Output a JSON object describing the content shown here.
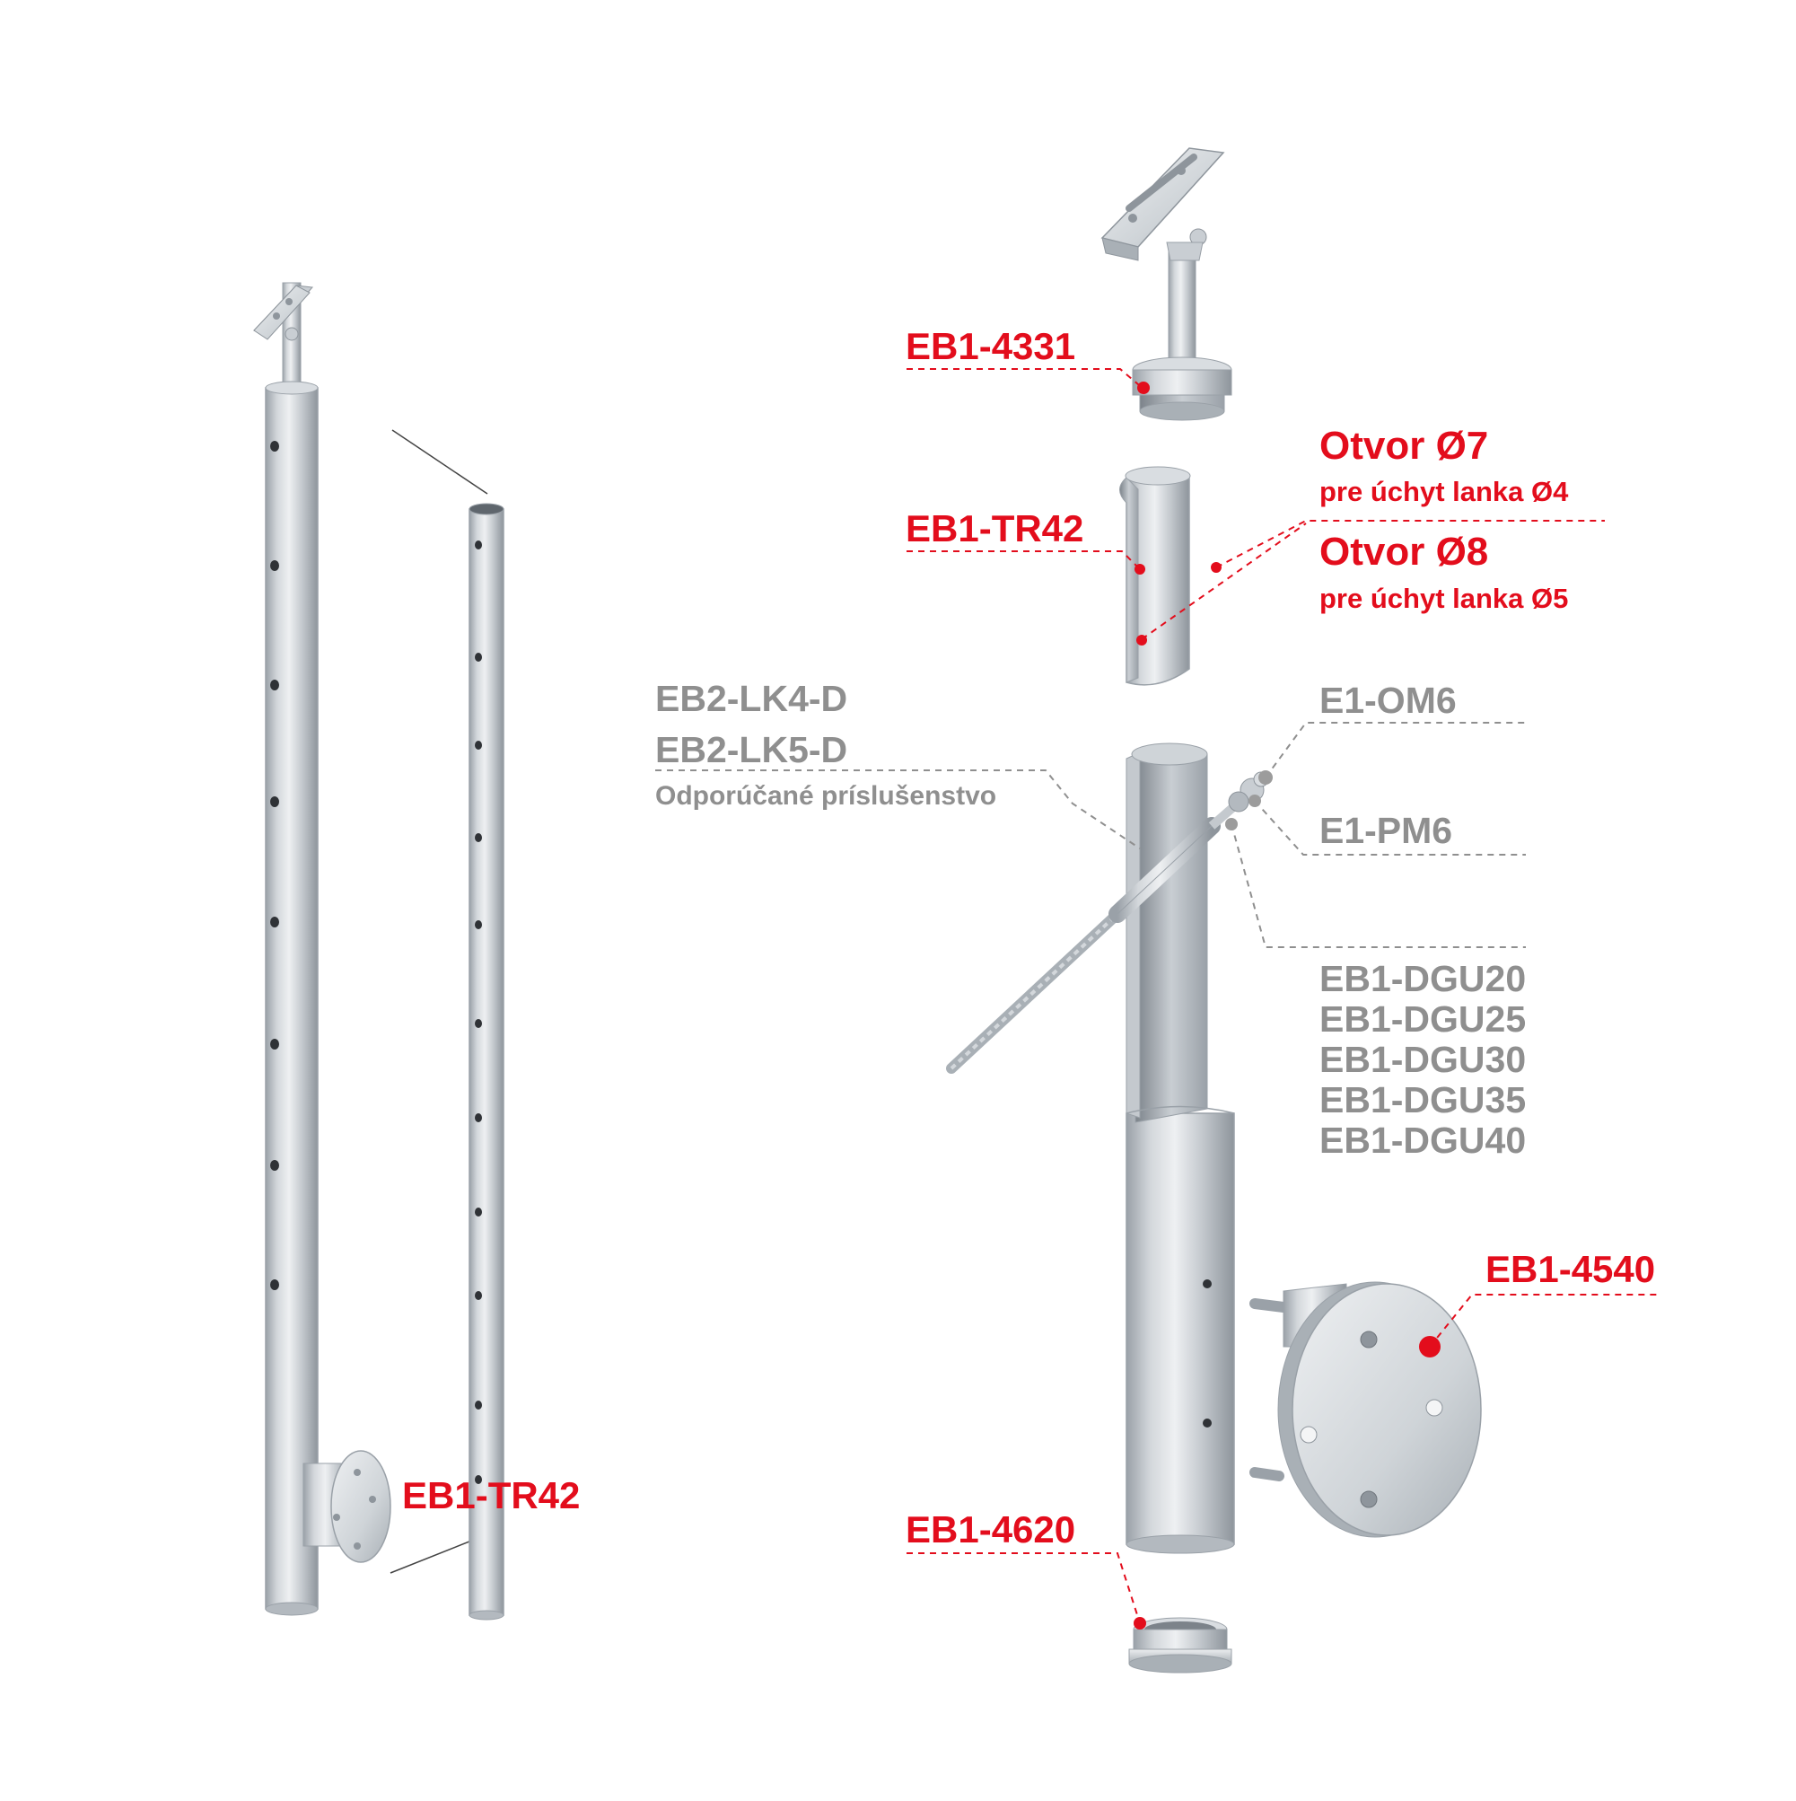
{
  "labels": {
    "left_post": "EB1-TR42",
    "top_bracket": "EB1-4331",
    "tube_segment": "EB1-TR42",
    "hole7_title": "Otvor Ø7",
    "hole7_note": "pre úchyt lanka Ø4",
    "hole8_title": "Otvor Ø8",
    "hole8_note": "pre úchyt lanka Ø5",
    "cable_lk4": "EB2-LK4-D",
    "cable_lk5": "EB2-LK5-D",
    "cable_note": "Odporúčané príslušenstvo",
    "nut": "E1-OM6",
    "washer": "E1-PM6",
    "dgu": [
      "EB1-DGU20",
      "EB1-DGU25",
      "EB1-DGU30",
      "EB1-DGU35",
      "EB1-DGU40"
    ],
    "wall_flange": "EB1-4540",
    "end_cap": "EB1-4620"
  },
  "colors": {
    "accent_red": "#e30d1c",
    "label_grey": "#8f8f8f",
    "steel_light": "#e4e7ea",
    "steel_mid": "#bcc2c8",
    "steel_dark": "#8e959c"
  }
}
